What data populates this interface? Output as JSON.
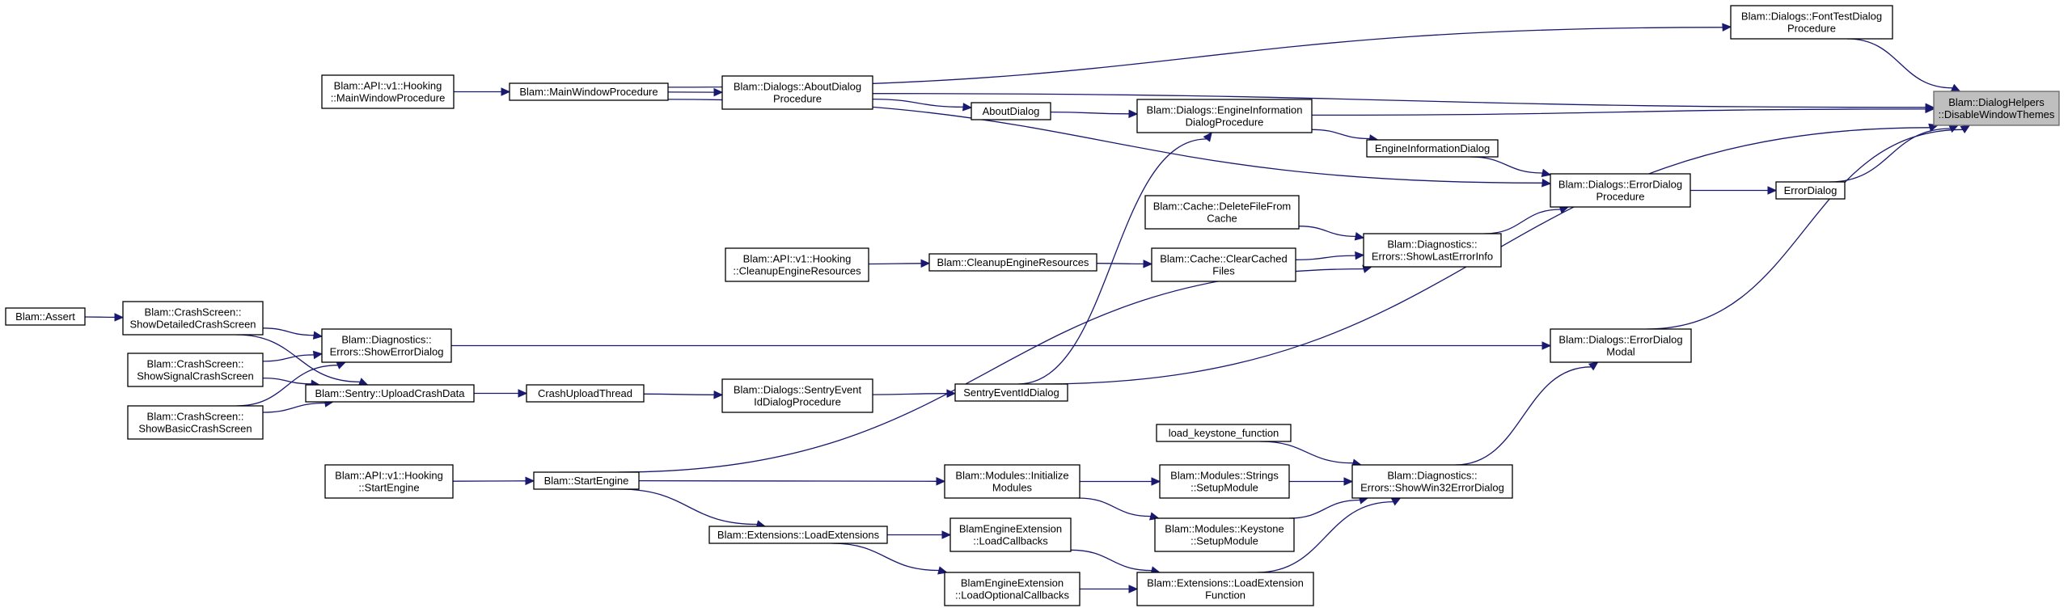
{
  "nodes": [
    {
      "id": "disable",
      "lines": [
        "Blam::DialogHelpers",
        "::DisableWindowThemes"
      ],
      "highlight": true
    },
    {
      "id": "fonttest",
      "lines": [
        "Blam::Dialogs::FontTestDialog",
        "Procedure"
      ]
    },
    {
      "id": "hookmain",
      "lines": [
        "Blam::API::v1::Hooking",
        "::MainWindowProcedure"
      ]
    },
    {
      "id": "mainproc",
      "lines": [
        "Blam::MainWindowProcedure"
      ]
    },
    {
      "id": "aboutproc",
      "lines": [
        "Blam::Dialogs::AboutDialog",
        "Procedure"
      ]
    },
    {
      "id": "aboutdlg",
      "lines": [
        "AboutDialog"
      ]
    },
    {
      "id": "engineproc",
      "lines": [
        "Blam::Dialogs::EngineInformation",
        "DialogProcedure"
      ]
    },
    {
      "id": "enginedlg",
      "lines": [
        "EngineInformationDialog"
      ]
    },
    {
      "id": "errorproc",
      "lines": [
        "Blam::Dialogs::ErrorDialog",
        "Procedure"
      ]
    },
    {
      "id": "errordlg",
      "lines": [
        "ErrorDialog"
      ]
    },
    {
      "id": "deletefile",
      "lines": [
        "Blam::Cache::DeleteFileFrom",
        "Cache"
      ]
    },
    {
      "id": "showlast",
      "lines": [
        "Blam::Diagnostics::",
        "Errors::ShowLastErrorInfo"
      ]
    },
    {
      "id": "hookcleanup",
      "lines": [
        "Blam::API::v1::Hooking",
        "::CleanupEngineResources"
      ]
    },
    {
      "id": "cleanup",
      "lines": [
        "Blam::CleanupEngineResources"
      ]
    },
    {
      "id": "clearcached",
      "lines": [
        "Blam::Cache::ClearCached",
        "Files"
      ]
    },
    {
      "id": "assert",
      "lines": [
        "Blam::Assert"
      ]
    },
    {
      "id": "detailed",
      "lines": [
        "Blam::CrashScreen::",
        "ShowDetailedCrashScreen"
      ]
    },
    {
      "id": "showerror",
      "lines": [
        "Blam::Diagnostics::",
        "Errors::ShowErrorDialog"
      ]
    },
    {
      "id": "errormodal",
      "lines": [
        "Blam::Dialogs::ErrorDialog",
        "Modal"
      ]
    },
    {
      "id": "signal",
      "lines": [
        "Blam::CrashScreen::",
        "ShowSignalCrashScreen"
      ]
    },
    {
      "id": "upload",
      "lines": [
        "Blam::Sentry::UploadCrashData"
      ]
    },
    {
      "id": "crashthread",
      "lines": [
        "CrashUploadThread"
      ]
    },
    {
      "id": "sentryproc",
      "lines": [
        "Blam::Dialogs::SentryEvent",
        "IdDialogProcedure"
      ]
    },
    {
      "id": "sentrydlg",
      "lines": [
        "SentryEventIdDialog"
      ]
    },
    {
      "id": "basic",
      "lines": [
        "Blam::CrashScreen::",
        "ShowBasicCrashScreen"
      ]
    },
    {
      "id": "keystonefn",
      "lines": [
        "load_keystone_function"
      ]
    },
    {
      "id": "hookstart",
      "lines": [
        "Blam::API::v1::Hooking",
        "::StartEngine"
      ]
    },
    {
      "id": "startengine",
      "lines": [
        "Blam::StartEngine"
      ]
    },
    {
      "id": "initmodules",
      "lines": [
        "Blam::Modules::Initialize",
        "Modules"
      ]
    },
    {
      "id": "strings",
      "lines": [
        "Blam::Modules::Strings",
        "::SetupModule"
      ]
    },
    {
      "id": "win32",
      "lines": [
        "Blam::Diagnostics::",
        "Errors::ShowWin32ErrorDialog"
      ]
    },
    {
      "id": "keystone",
      "lines": [
        "Blam::Modules::Keystone",
        "::SetupModule"
      ]
    },
    {
      "id": "loadext",
      "lines": [
        "Blam::Extensions::LoadExtensions"
      ]
    },
    {
      "id": "loadcallbacks",
      "lines": [
        "BlamEngineExtension",
        "::LoadCallbacks"
      ]
    },
    {
      "id": "loadextfn",
      "lines": [
        "Blam::Extensions::LoadExtension",
        "Function"
      ]
    },
    {
      "id": "loadoptional",
      "lines": [
        "BlamEngineExtension",
        "::LoadOptionalCallbacks"
      ]
    }
  ],
  "edges": [
    [
      "fonttest",
      "disable"
    ],
    [
      "aboutproc",
      "disable"
    ],
    [
      "engineproc",
      "disable"
    ],
    [
      "errordlg",
      "disable"
    ],
    [
      "errormodal",
      "disable"
    ],
    [
      "hookmain",
      "mainproc"
    ],
    [
      "mainproc",
      "fonttest"
    ],
    [
      "mainproc",
      "aboutproc"
    ],
    [
      "mainproc",
      "errorproc"
    ],
    [
      "aboutproc",
      "aboutdlg"
    ],
    [
      "aboutdlg",
      "engineproc"
    ],
    [
      "engineproc",
      "enginedlg"
    ],
    [
      "enginedlg",
      "errorproc"
    ],
    [
      "errorproc",
      "errordlg"
    ],
    [
      "showlast",
      "errorproc"
    ],
    [
      "deletefile",
      "showlast"
    ],
    [
      "clearcached",
      "showlast"
    ],
    [
      "hookcleanup",
      "cleanup"
    ],
    [
      "cleanup",
      "clearcached"
    ],
    [
      "assert",
      "detailed"
    ],
    [
      "detailed",
      "showerror"
    ],
    [
      "detailed",
      "upload"
    ],
    [
      "signal",
      "showerror"
    ],
    [
      "signal",
      "upload"
    ],
    [
      "basic",
      "showerror"
    ],
    [
      "basic",
      "upload"
    ],
    [
      "showerror",
      "errormodal"
    ],
    [
      "upload",
      "crashthread"
    ],
    [
      "crashthread",
      "sentryproc"
    ],
    [
      "sentryproc",
      "sentrydlg"
    ],
    [
      "sentrydlg",
      "engineproc"
    ],
    [
      "sentrydlg",
      "disable"
    ],
    [
      "startengine",
      "showlast"
    ],
    [
      "hookstart",
      "startengine"
    ],
    [
      "startengine",
      "initmodules"
    ],
    [
      "startengine",
      "loadext"
    ],
    [
      "initmodules",
      "strings"
    ],
    [
      "initmodules",
      "keystone"
    ],
    [
      "strings",
      "win32"
    ],
    [
      "keystone",
      "win32"
    ],
    [
      "keystonefn",
      "win32"
    ],
    [
      "win32",
      "errormodal"
    ],
    [
      "loadext",
      "loadcallbacks"
    ],
    [
      "loadext",
      "loadoptional"
    ],
    [
      "loadcallbacks",
      "loadextfn"
    ],
    [
      "loadoptional",
      "loadextfn"
    ],
    [
      "loadextfn",
      "win32"
    ]
  ]
}
